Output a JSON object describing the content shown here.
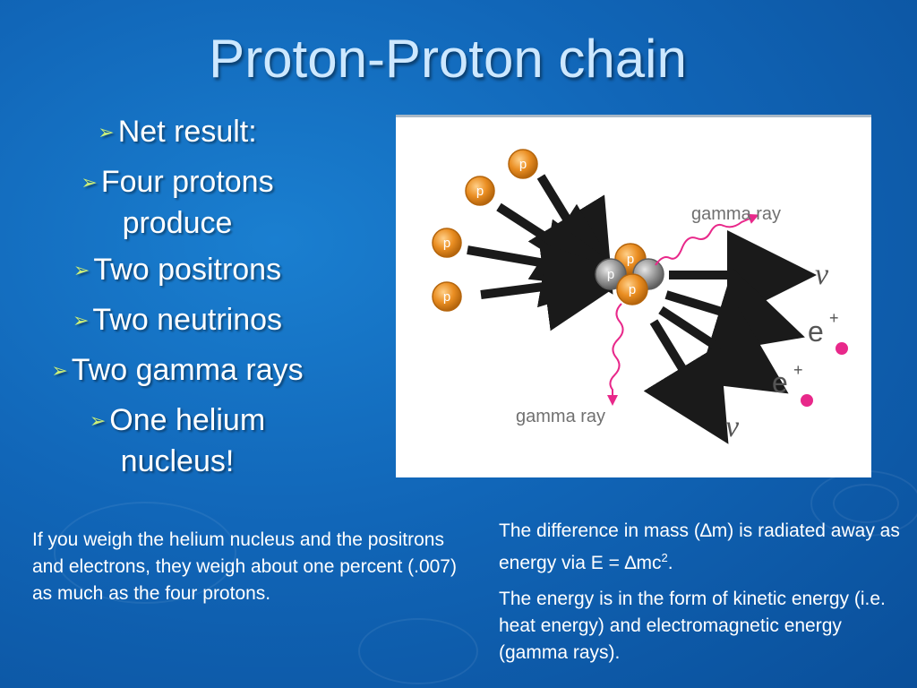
{
  "slide": {
    "title": "Proton-Proton chain",
    "bullets": [
      "Net result:",
      "Four protons produce",
      "Two positrons",
      "Two neutrinos",
      "Two gamma rays",
      "One helium nucleus!"
    ],
    "note_left": "If you weigh the helium nucleus and the positrons and electrons, they weigh about one percent (.007) as much as the four protons.",
    "note_right_line1_a": "The difference in mass (",
    "note_right_delta": "∆",
    "note_right_line1_b": "m) is radiated away as energy via E = ",
    "note_right_line1_c": "mc",
    "note_right_exp": "2",
    "note_right_line1_d": ".",
    "note_right_line2": "The energy is in the form of kinetic energy (i.e. heat energy) and electromagnetic energy (gamma rays).",
    "bullet_icon": "arrow-bullet-icon"
  },
  "figure": {
    "proton_label": "p",
    "gamma_label_top": "gamma ray",
    "gamma_label_bottom": "gamma ray",
    "neutrino_symbol": "ν",
    "positron_symbol": "e",
    "positron_charge": "+",
    "colors": {
      "proton": "#e98b1d",
      "proton_dark": "#b5650c",
      "neutron": "#8a8a8a",
      "gamma": "#e8288a",
      "positron": "#e8288a",
      "arrow": "#1a1a1a"
    }
  }
}
